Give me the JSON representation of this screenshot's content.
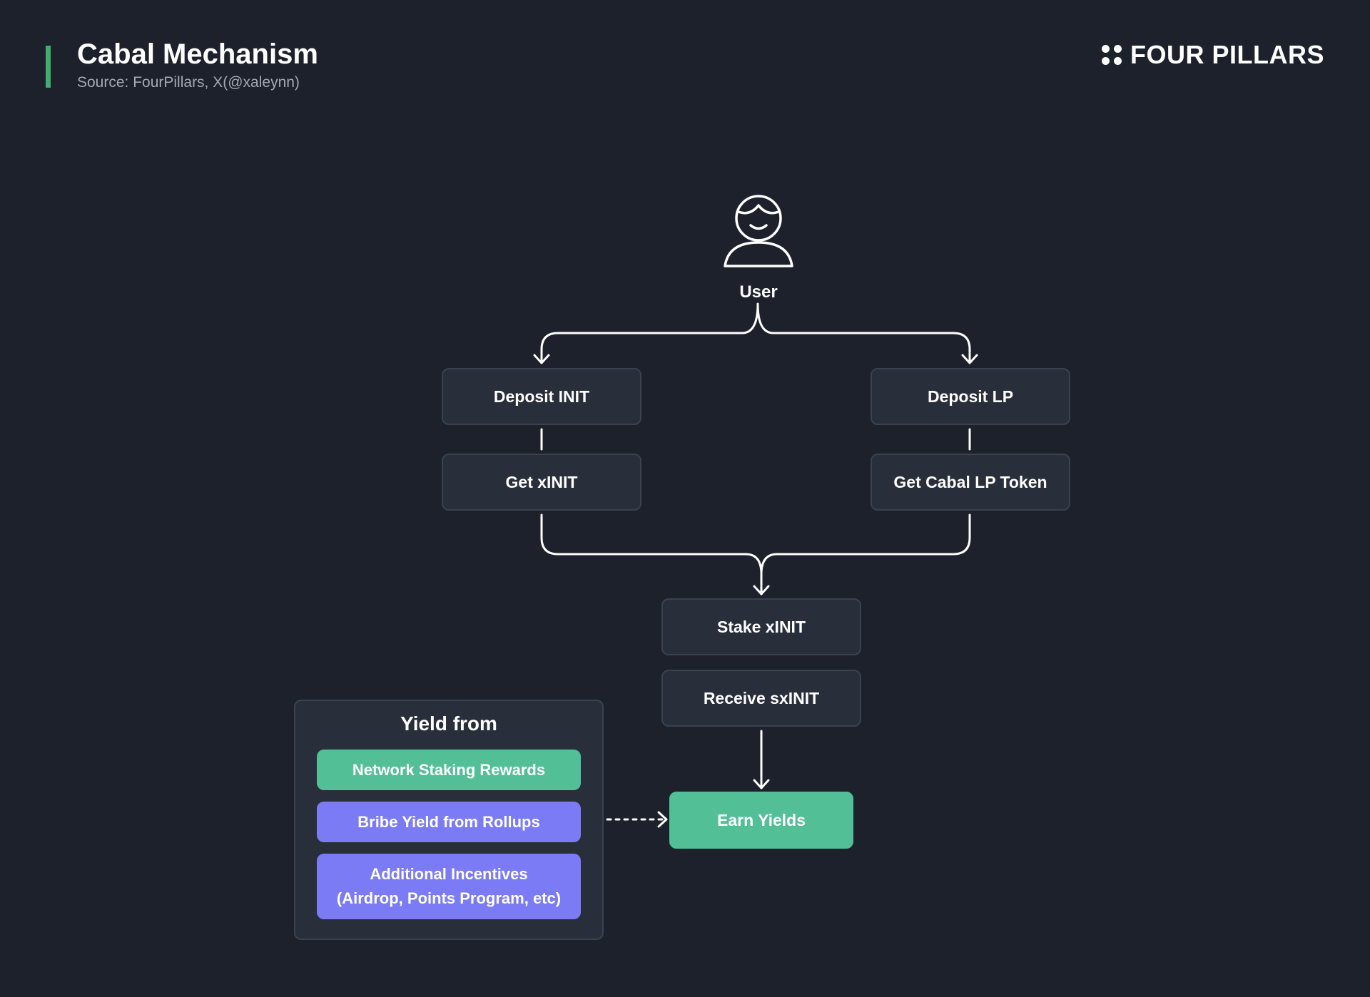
{
  "header": {
    "title": "Cabal Mechanism",
    "source": "Source: FourPillars, X(@xaleynn)",
    "brand": "FOUR PILLARS",
    "brand_icon": "four-dots-icon",
    "accent_color": "#3fae6f"
  },
  "diagram": {
    "user": {
      "icon": "user-icon",
      "label": "User"
    },
    "nodes": {
      "deposit_init": "Deposit INIT",
      "get_xinit": "Get xINIT",
      "deposit_lp": "Deposit LP",
      "get_cabal_lp": "Get Cabal LP Token",
      "stake_xinit": "Stake xINIT",
      "receive_sxinit": "Receive sxINIT",
      "earn_yields": "Earn Yields"
    },
    "yield_from": {
      "title": "Yield from",
      "items": [
        {
          "label": "Network Staking Rewards",
          "color": "#52bf96"
        },
        {
          "label": "Bribe Yield from Rollups",
          "color": "#7b7cf5"
        },
        {
          "label_line1": "Additional Incentives",
          "label_line2": "(Airdrop, Points Program, etc)",
          "color": "#7b7cf5"
        }
      ]
    },
    "colors": {
      "node_bg": "#282f3b",
      "node_border": "#3a4250",
      "highlight_green": "#52bf96",
      "highlight_violet": "#7b7cf5"
    }
  }
}
